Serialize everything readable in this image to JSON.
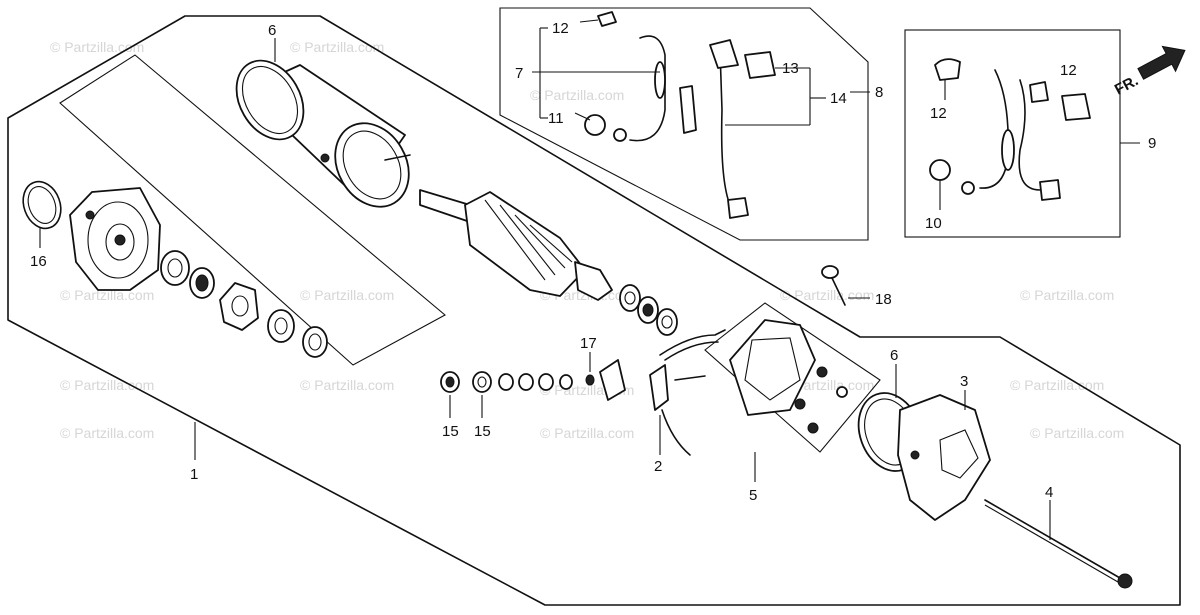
{
  "diagram": {
    "watermark": "© Partzilla.com",
    "direction_label": "FR.",
    "callouts": {
      "c1": "1",
      "c2": "2",
      "c3": "3",
      "c4": "4",
      "c5": "5",
      "c6a": "6",
      "c6b": "6",
      "c7": "7",
      "c8": "8",
      "c9": "9",
      "c10": "10",
      "c11": "11",
      "c12a": "12",
      "c12b": "12",
      "c12c": "12",
      "c13": "13",
      "c14": "14",
      "c15a": "15",
      "c15b": "15",
      "c16": "16",
      "c17": "17",
      "c18": "18"
    },
    "colors": {
      "line": "#111111",
      "watermark": "#d6d6d6",
      "background": "#ffffff"
    }
  }
}
